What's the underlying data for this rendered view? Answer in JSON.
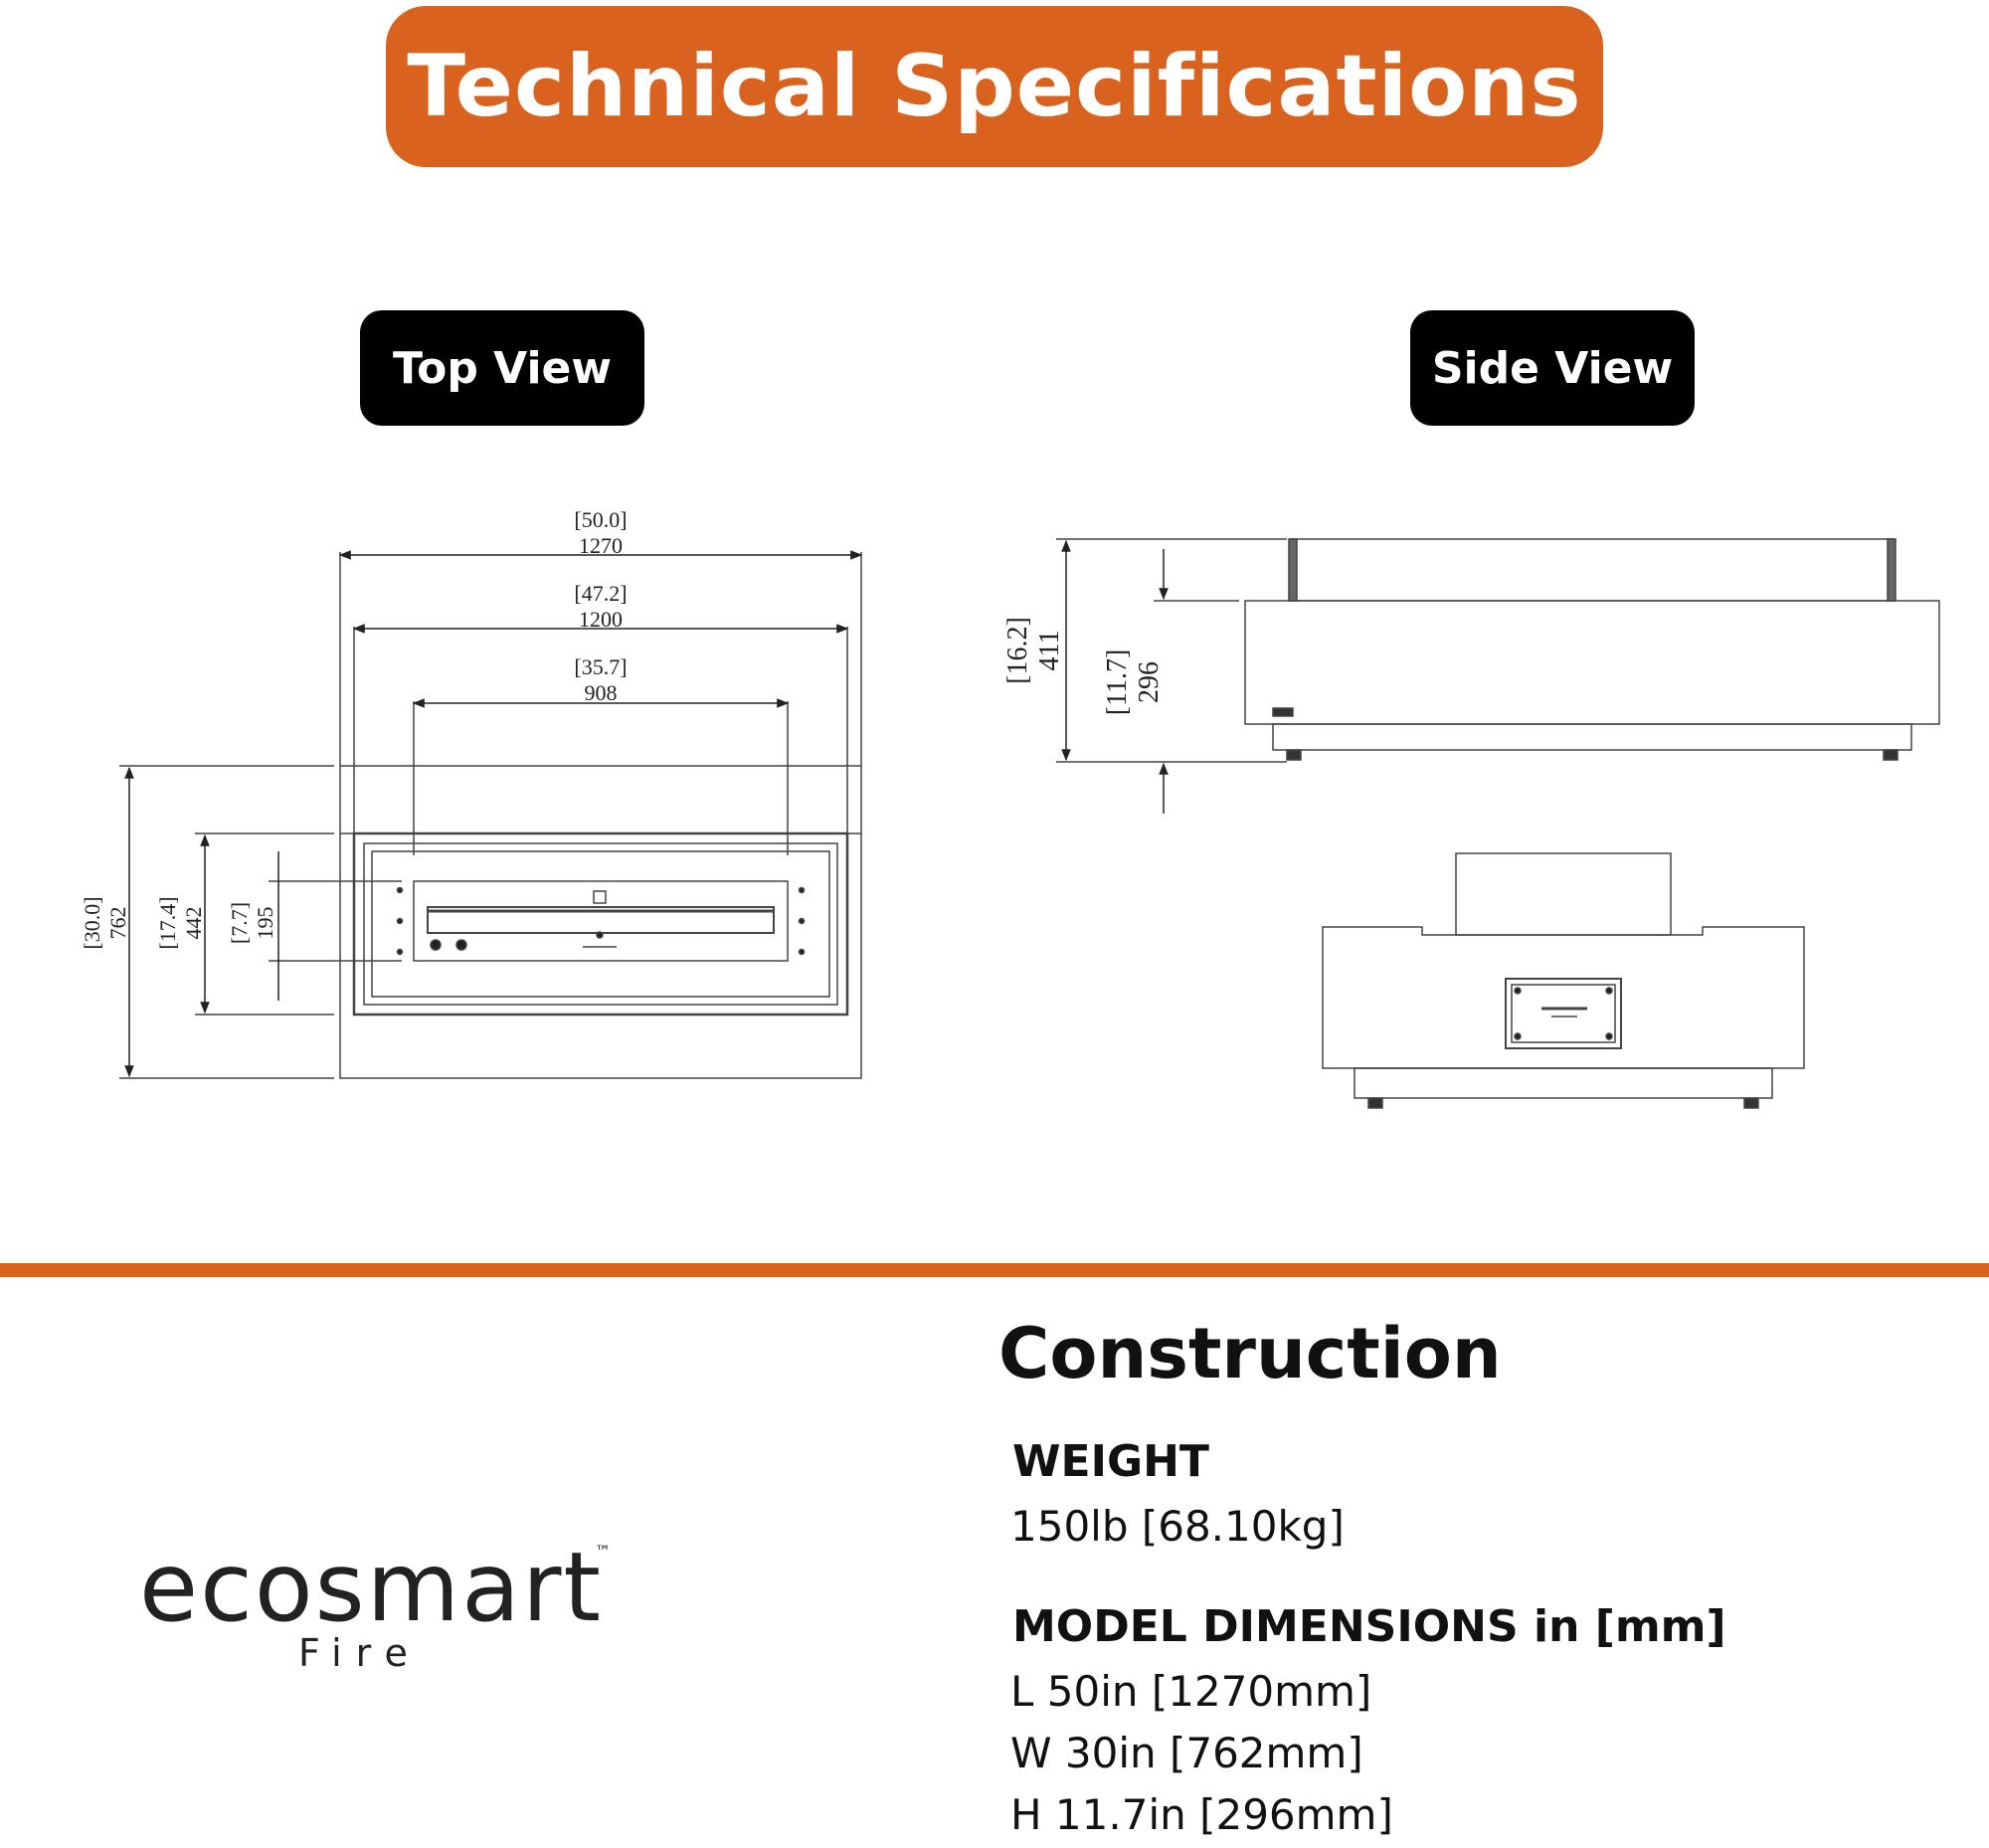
{
  "header": {
    "title": "Technical Specifications"
  },
  "views": {
    "top_label": "Top View",
    "side_label": "Side View"
  },
  "top_view_dimensions": {
    "length_in": "[50.0]",
    "length_mm": "1270",
    "inner_in": "[47.2]",
    "inner_mm": "1200",
    "burner_in": "[35.7]",
    "burner_mm": "908",
    "width_in": "[30.0]",
    "width_mm": "762",
    "inner_width_in": "[17.4]",
    "inner_width_mm": "442",
    "burner_width_in": "[7.7]",
    "burner_width_mm": "195"
  },
  "side_view_dimensions": {
    "total_height_in": "[16.2]",
    "total_height_mm": "411",
    "body_height_in": "[11.7]",
    "body_height_mm": "296"
  },
  "brand": {
    "name": "ecosmart",
    "tm": "™",
    "sub": "Fire"
  },
  "construction": {
    "heading": "Construction",
    "weight_label": "WEIGHT",
    "weight_value": "150lb [68.10kg]",
    "dimensions_label": "MODEL DIMENSIONS in [mm]",
    "length": "L 50in [1270mm]",
    "width": "W 30in [762mm]",
    "height": "H 11.7in [296mm]"
  },
  "colors": {
    "accent": "#d9621f",
    "pill": "#000000",
    "line": "#222222"
  }
}
